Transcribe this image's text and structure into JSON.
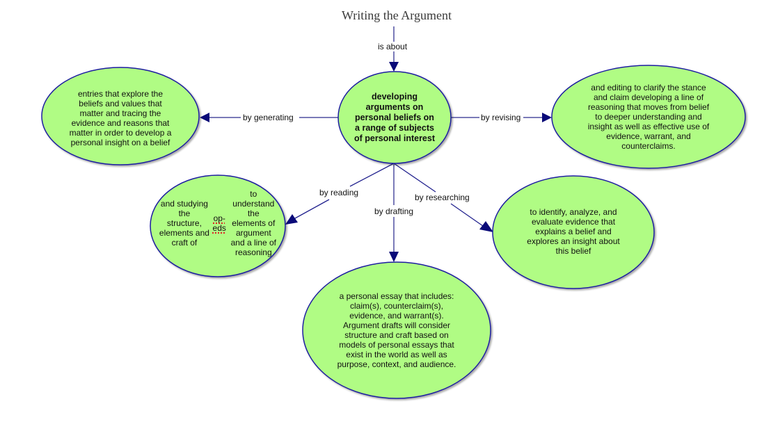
{
  "title": "Writing the Argument",
  "colors": {
    "node_fill": "#b0fc84",
    "node_stroke": "#1f1fa0",
    "link_line": "#7a7ab8",
    "arrow_head": "#0a0a78",
    "text": "#111111",
    "title_text": "#3a3a3a"
  },
  "links": {
    "title_to_center": "is about",
    "generating": "by generating",
    "revising": "by revising",
    "reading": "by reading",
    "drafting": "by drafting",
    "researching": "by researching"
  },
  "nodes": {
    "center": "developing\narguments on\npersonal beliefs on\na range of subjects\nof personal interest",
    "generating": "entries that explore the\nbeliefs and values that\nmatter and tracing the\nevidence and reasons that\nmatter in order to develop a\npersonal insight on a belief",
    "revising": "and editing to clarify the stance\nand claim developing a line of\nreasoning that moves from belief\nto deeper understanding and\ninsight as well as effective use of\nevidence, warrant, and\ncounterclaims.",
    "reading_before": "and studying the\nstructure, elements and\ncraft of ",
    "reading_flagged_word": "op-eds",
    "reading_after": " to\nunderstand the\nelements of argument\nand a line of reasoning",
    "researching": "to identify, analyze, and\nevaluate evidence that\nexplains a belief and\nexplores an insight about\nthis belief",
    "drafting": "a personal essay that includes:\nclaim(s), counterclaim(s),\nevidence, and warrant(s).\nArgument drafts will consider\nstructure and craft based on\nmodels of personal essays that\nexist in the world as well as\npurpose, context, and audience."
  }
}
